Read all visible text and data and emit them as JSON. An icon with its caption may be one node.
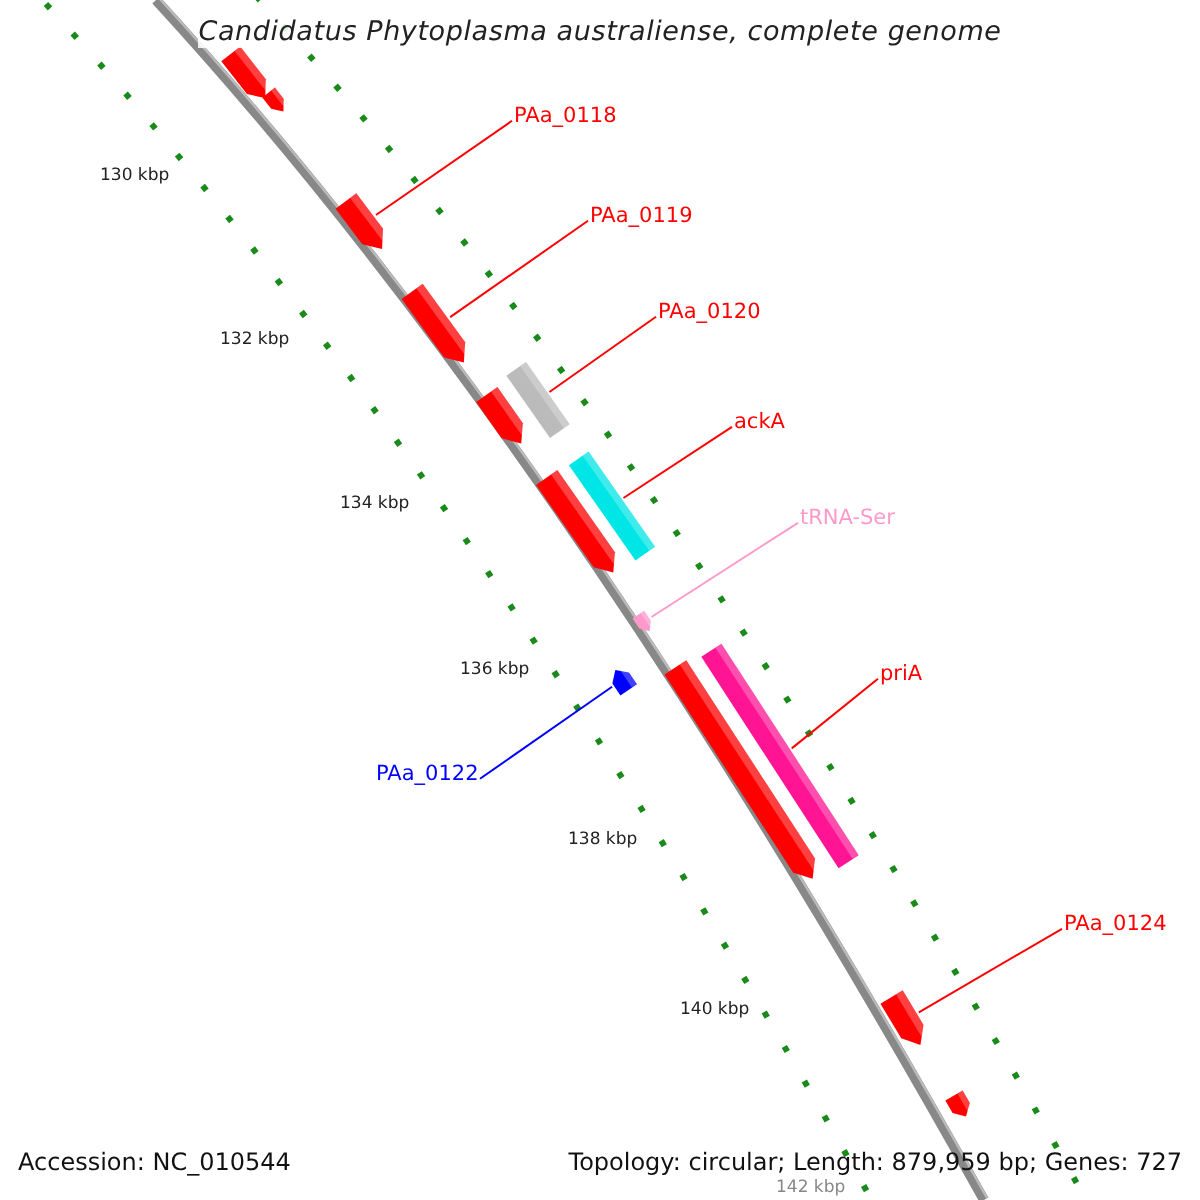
{
  "diagram": {
    "title": "Candidatus Phytoplasma australiense, complete genome",
    "nodes": [
      {
        "text": [
          "PAa_0118"
        ]
      },
      {
        "text": [
          "PAa_0119"
        ]
      },
      {
        "text": [
          "PAa_0120"
        ]
      },
      {
        "text": [
          "ackA"
        ]
      },
      {
        "text": [
          "tRNA-Ser"
        ]
      },
      {
        "text": [
          "priA"
        ]
      },
      {
        "text": [
          "PAa_0122"
        ]
      },
      {
        "text": [
          "PAa_0124"
        ]
      },
      {
        "text": [],
        "shape": "bar"
      },
      {
        "text": [],
        "shape": "bar"
      },
      {
        "text": [],
        "shape": "bar"
      },
      {
        "text": [],
        "shape": "bar"
      },
      {
        "text": [],
        "shape": "bar"
      },
      {
        "text": [],
        "shape": "bar"
      },
      {
        "text": [],
        "shape": "bar"
      },
      {
        "text": [],
        "shape": "bar"
      },
      {
        "text": [],
        "shape": "bar"
      },
      {
        "text": [],
        "shape": "bar"
      },
      {
        "text": [],
        "shape": "bar"
      },
      {
        "text": [],
        "shape": "bar"
      },
      {
        "text": [],
        "shape": "bar"
      },
      {
        "text": [],
        "shape": "bar"
      }
    ],
    "edges": [
      {
        "from": 0,
        "to": 10,
        "arrow": "none"
      },
      {
        "from": 1,
        "to": 11,
        "arrow": "none"
      },
      {
        "from": 2,
        "to": 12,
        "arrow": "none"
      },
      {
        "from": 3,
        "to": 14,
        "arrow": "none"
      },
      {
        "from": 4,
        "to": 16,
        "arrow": "none",
        "color": "#ff99cc"
      },
      {
        "from": 5,
        "to": 18,
        "arrow": "none"
      },
      {
        "from": 6,
        "to": 17,
        "arrow": "none",
        "color": "#0000ff"
      },
      {
        "from": 7,
        "to": 20,
        "arrow": "none"
      }
    ],
    "labels": [
      "130 kbp",
      "132 kbp",
      "134 kbp",
      "136 kbp",
      "138 kbp",
      "140 kbp",
      "142 kbp",
      "Accession: NC_010544",
      "Topology: circular; Length: 879,959 bp; Genes: 727"
    ]
  }
}
